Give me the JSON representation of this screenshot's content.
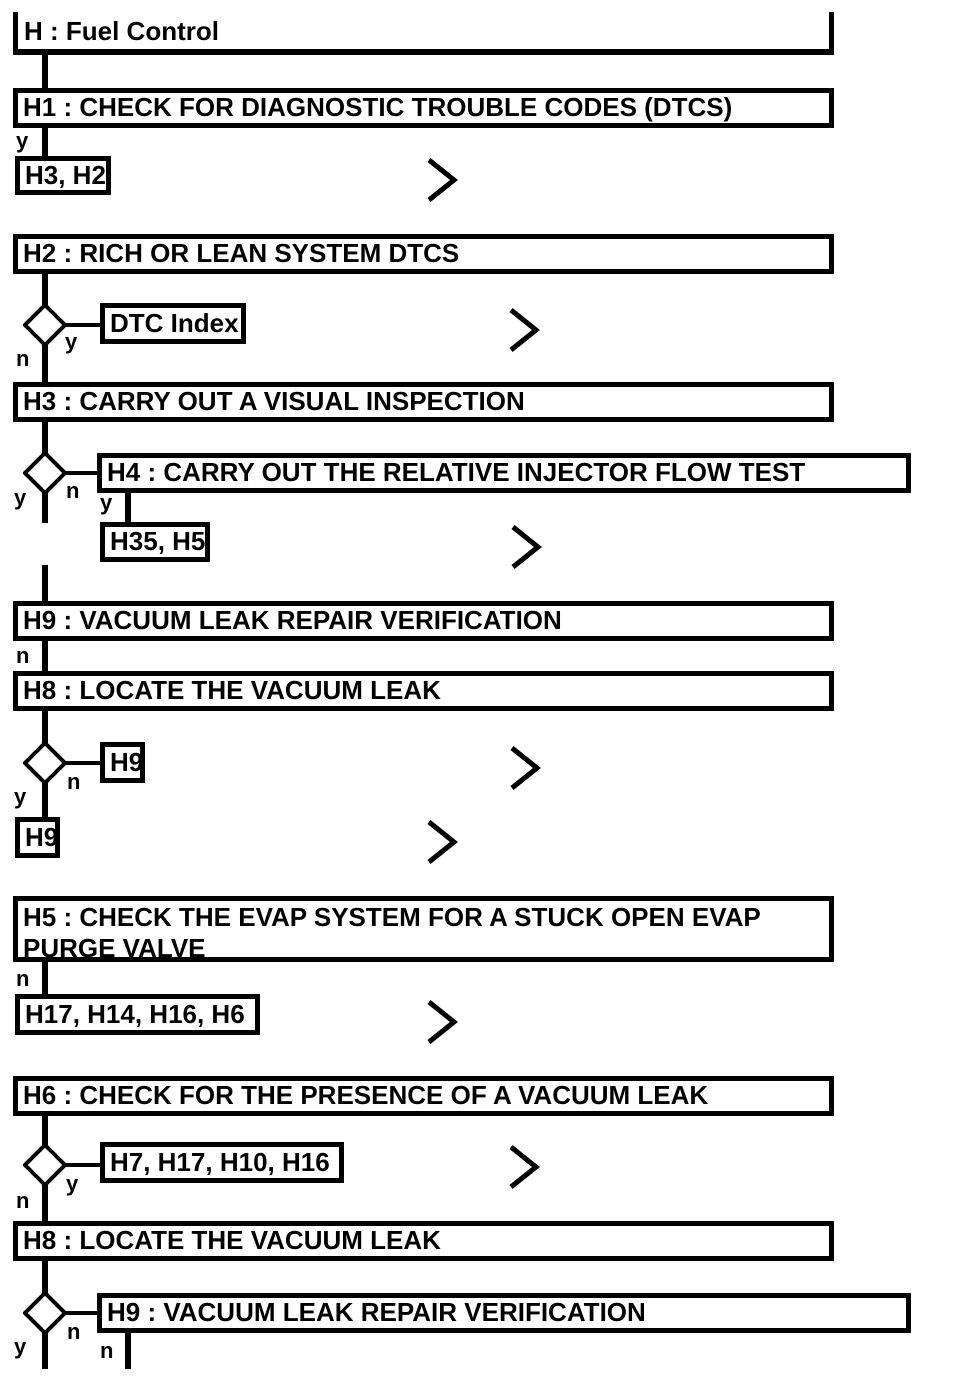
{
  "labels": {
    "yes": "y",
    "no": "n"
  },
  "colors": {
    "line": "#000000",
    "background": "#ffffff",
    "text": "#000000"
  },
  "nodes": {
    "root": "H : Fuel Control",
    "h1": "H1 : CHECK FOR DIAGNOSTIC TROUBLE CODES (DTCS)",
    "h1_yes_ref": "H3, H2",
    "h2": "H2 : RICH OR LEAN SYSTEM DTCS",
    "h2_yes_ref": "DTC Index",
    "h3": "H3 : CARRY OUT A VISUAL INSPECTION",
    "h4": "H4 : CARRY OUT THE RELATIVE INJECTOR FLOW TEST",
    "h4_yes_ref": "H35, H5",
    "h9_verify": "H9 : VACUUM LEAK REPAIR VERIFICATION",
    "h8_locate": "H8 : LOCATE THE VACUUM LEAK",
    "h8_no_ref": "H9",
    "h8_yes_ref": "H9",
    "h5": "H5 : CHECK THE EVAP SYSTEM FOR A STUCK OPEN EVAP PURGE VALVE",
    "h5_no_ref": "H17, H14, H16, H6",
    "h6": "H6 : CHECK FOR THE PRESENCE OF A VACUUM LEAK",
    "h6_yes_ref": "H7, H17, H10, H16",
    "h8_locate_2": "H8 : LOCATE THE VACUUM LEAK",
    "h9_verify_2": "H9 : VACUUM LEAK REPAIR VERIFICATION"
  }
}
